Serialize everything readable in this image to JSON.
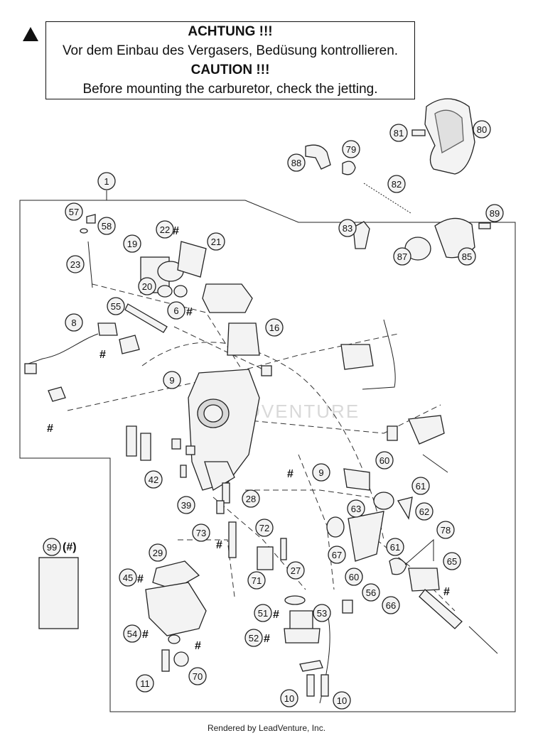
{
  "warning": {
    "lines": [
      "ACHTUNG !!!",
      "Vor dem Einbau des Vergasers, Bedüsung kontrollieren.",
      "CAUTION !!!",
      "Before mounting the carburetor, check the jetting."
    ]
  },
  "callouts": [
    {
      "id": "c1",
      "label": "1"
    },
    {
      "id": "c6",
      "label": "6"
    },
    {
      "id": "c8",
      "label": "8"
    },
    {
      "id": "c9a",
      "label": "9"
    },
    {
      "id": "c9b",
      "label": "9"
    },
    {
      "id": "c10a",
      "label": "10"
    },
    {
      "id": "c10b",
      "label": "10"
    },
    {
      "id": "c11",
      "label": "11"
    },
    {
      "id": "c16",
      "label": "16"
    },
    {
      "id": "c19",
      "label": "19"
    },
    {
      "id": "c20",
      "label": "20"
    },
    {
      "id": "c21",
      "label": "21"
    },
    {
      "id": "c22",
      "label": "22"
    },
    {
      "id": "c23",
      "label": "23"
    },
    {
      "id": "c27",
      "label": "27"
    },
    {
      "id": "c28",
      "label": "28"
    },
    {
      "id": "c29",
      "label": "29"
    },
    {
      "id": "c39",
      "label": "39"
    },
    {
      "id": "c42",
      "label": "42"
    },
    {
      "id": "c45",
      "label": "45"
    },
    {
      "id": "c51",
      "label": "51"
    },
    {
      "id": "c52",
      "label": "52"
    },
    {
      "id": "c53",
      "label": "53"
    },
    {
      "id": "c54",
      "label": "54"
    },
    {
      "id": "c55",
      "label": "55"
    },
    {
      "id": "c56",
      "label": "56"
    },
    {
      "id": "c57",
      "label": "57"
    },
    {
      "id": "c58",
      "label": "58"
    },
    {
      "id": "c60a",
      "label": "60"
    },
    {
      "id": "c60b",
      "label": "60"
    },
    {
      "id": "c61a",
      "label": "61"
    },
    {
      "id": "c61b",
      "label": "61"
    },
    {
      "id": "c62",
      "label": "62"
    },
    {
      "id": "c63",
      "label": "63"
    },
    {
      "id": "c65",
      "label": "65"
    },
    {
      "id": "c66",
      "label": "66"
    },
    {
      "id": "c67",
      "label": "67"
    },
    {
      "id": "c70",
      "label": "70"
    },
    {
      "id": "c71",
      "label": "71"
    },
    {
      "id": "c72",
      "label": "72"
    },
    {
      "id": "c73",
      "label": "73"
    },
    {
      "id": "c78",
      "label": "78"
    },
    {
      "id": "c79",
      "label": "79"
    },
    {
      "id": "c80",
      "label": "80"
    },
    {
      "id": "c81",
      "label": "81"
    },
    {
      "id": "c82",
      "label": "82"
    },
    {
      "id": "c83",
      "label": "83"
    },
    {
      "id": "c85",
      "label": "85"
    },
    {
      "id": "c87",
      "label": "87"
    },
    {
      "id": "c88",
      "label": "88"
    },
    {
      "id": "c89",
      "label": "89"
    },
    {
      "id": "c99",
      "label": "99"
    }
  ],
  "hash_symbol": "#",
  "hash_in_parens": "(#)",
  "watermark": "LEADVENTURE",
  "footer": "Rendered by LeadVenture, Inc."
}
